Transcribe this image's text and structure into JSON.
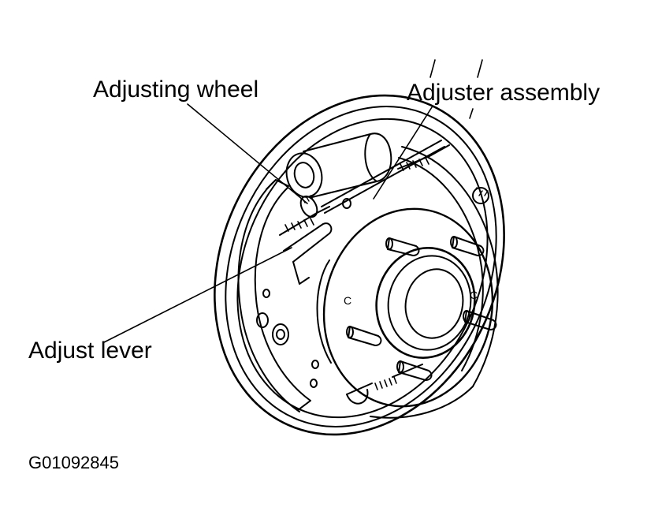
{
  "labels": {
    "adjusting_wheel": "Adjusting wheel",
    "adjuster_assembly": "Adjuster assembly",
    "adjust_lever": "Adjust lever",
    "hub_mark_left": "C",
    "hub_mark_right": "C"
  },
  "figure_code": "G01092845",
  "colors": {
    "line": "#000000",
    "background": "#ffffff"
  }
}
